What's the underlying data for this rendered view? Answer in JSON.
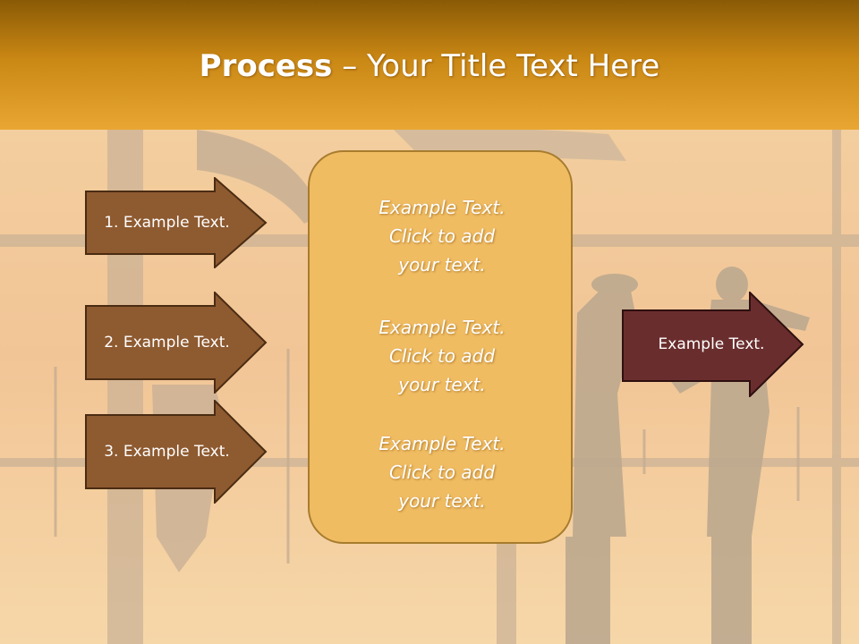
{
  "title": {
    "bold": "Process",
    "dash": " – ",
    "rest": "Your Title Text Here"
  },
  "left_arrows": [
    {
      "label": "1. Example Text."
    },
    {
      "label": "2. Example Text."
    },
    {
      "label": "3. Example Text."
    }
  ],
  "center_blocks": [
    {
      "line1": "Example Text.",
      "line2": "Click  to add",
      "line3": "your text."
    },
    {
      "line1": "Example Text.",
      "line2": "Click  to add",
      "line3": "your text."
    },
    {
      "line1": "Example Text.",
      "line2": "Click  to add",
      "line3": "your text."
    }
  ],
  "right_arrow": {
    "label": "Example Text."
  },
  "colors": {
    "title_band_top": "#8a5a05",
    "title_band_bottom": "#e9a632",
    "left_arrow_fill": "#8e5a30",
    "right_arrow_fill": "#6a2d2d",
    "center_box_fill": "#f0bc62"
  }
}
